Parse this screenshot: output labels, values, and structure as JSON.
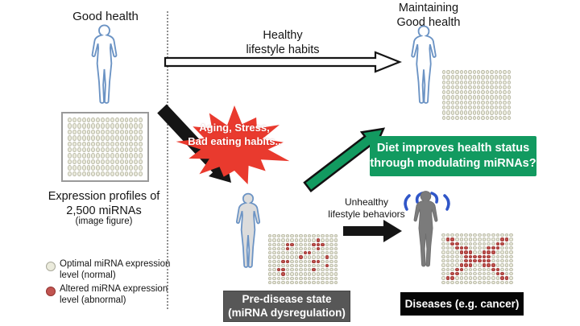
{
  "labels": {
    "good_health": "Good health",
    "maintaining_good_health": "Maintaining\nGood health",
    "healthy_habits": "Healthy\nlifestyle habits",
    "aging_stress": "Aging, Stress,\nBad eating habits..",
    "diet_question": "Diet improves health status\nthrough modulating miRNAs?",
    "unhealthy_behaviors": "Unhealthy\nlifestyle behaviors",
    "predisease_state": "Pre-disease state\n(miRNA dysregulation)",
    "diseases": "Diseases (e.g. cancer)",
    "expression_profiles": "Expression profiles of\n2,500 miRNAs",
    "image_figure": "(image figure)"
  },
  "legend": {
    "optimal": "Optimal miRNA expression\nlevel (normal)",
    "altered": "Altered miRNA expression\nlevel (abnormal)"
  },
  "colors": {
    "figure-outline": "#6b93c4",
    "figure-fill": "#ffffff",
    "figure-light-fill": "#dcdcdc",
    "figure-gray-fill": "#7b7b7b",
    "dot-normal": "#ebebdc",
    "dot-normal-border": "#bcbcaa",
    "dot-altered": "#c15450",
    "dot-altered-border": "#a13c39",
    "starburst": "#e93a2e",
    "green": "#129a60",
    "predisease-bg": "#575757",
    "disease-bg": "#050505",
    "arrow-black": "#151515",
    "divider": "#8f8f8f",
    "stress-blue": "#3056c8"
  },
  "grids": {
    "baseline": {
      "cols": 16,
      "rows": 10,
      "altered": []
    },
    "maintained": {
      "cols": 16,
      "rows": 10,
      "altered": []
    },
    "predisease": {
      "cols": 16,
      "rows": 12,
      "altered": [
        [
          4,
          2
        ],
        [
          5,
          2
        ],
        [
          4,
          3
        ],
        [
          11,
          1
        ],
        [
          10,
          2
        ],
        [
          11,
          2
        ],
        [
          12,
          2
        ],
        [
          11,
          3
        ],
        [
          8,
          4
        ],
        [
          9,
          4
        ],
        [
          7,
          5
        ],
        [
          13,
          5
        ],
        [
          3,
          6
        ],
        [
          4,
          6
        ],
        [
          10,
          6
        ],
        [
          11,
          6
        ],
        [
          2,
          8
        ],
        [
          3,
          8
        ],
        [
          13,
          7
        ],
        [
          3,
          9
        ],
        [
          10,
          8
        ]
      ]
    },
    "disease": {
      "cols": 16,
      "rows": 12,
      "altered": [
        [
          1,
          1
        ],
        [
          2,
          1
        ],
        [
          13,
          1
        ],
        [
          14,
          1
        ],
        [
          2,
          2
        ],
        [
          3,
          2
        ],
        [
          12,
          2
        ],
        [
          13,
          2
        ],
        [
          3,
          3
        ],
        [
          4,
          3
        ],
        [
          5,
          3
        ],
        [
          10,
          3
        ],
        [
          11,
          3
        ],
        [
          12,
          3
        ],
        [
          4,
          4
        ],
        [
          5,
          4
        ],
        [
          6,
          4
        ],
        [
          9,
          4
        ],
        [
          10,
          4
        ],
        [
          11,
          4
        ],
        [
          5,
          5
        ],
        [
          6,
          5
        ],
        [
          7,
          5
        ],
        [
          8,
          5
        ],
        [
          9,
          5
        ],
        [
          10,
          5
        ],
        [
          5,
          6
        ],
        [
          6,
          6
        ],
        [
          7,
          6
        ],
        [
          8,
          6
        ],
        [
          9,
          6
        ],
        [
          10,
          6
        ],
        [
          4,
          7
        ],
        [
          5,
          7
        ],
        [
          6,
          7
        ],
        [
          9,
          7
        ],
        [
          10,
          7
        ],
        [
          11,
          7
        ],
        [
          3,
          8
        ],
        [
          4,
          8
        ],
        [
          11,
          8
        ],
        [
          12,
          8
        ],
        [
          2,
          9
        ],
        [
          3,
          9
        ],
        [
          12,
          9
        ],
        [
          13,
          9
        ],
        [
          1,
          10
        ],
        [
          2,
          10
        ],
        [
          13,
          10
        ],
        [
          14,
          10
        ]
      ]
    }
  }
}
